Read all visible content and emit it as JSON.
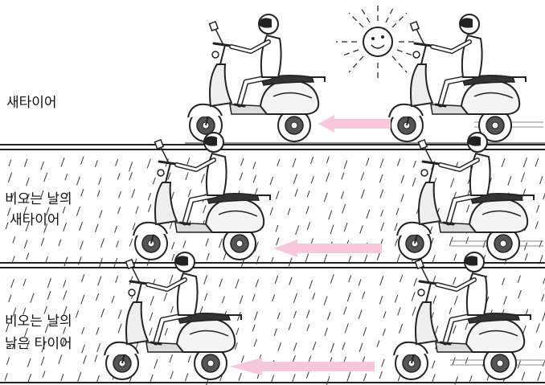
{
  "panels": [
    {
      "labels": [
        "새타이어"
      ],
      "weather": "sunny",
      "sun_icon": "smiling-sun-icon"
    },
    {
      "labels": [
        "비오는 날의",
        "새타이어"
      ],
      "weather": "rain"
    },
    {
      "labels": [
        "비오는 날의",
        "낡은 타이어"
      ],
      "weather": "rain"
    }
  ],
  "colors": {
    "arrow": "#f7c8dc",
    "line": "#222222",
    "rain": "#333333"
  }
}
